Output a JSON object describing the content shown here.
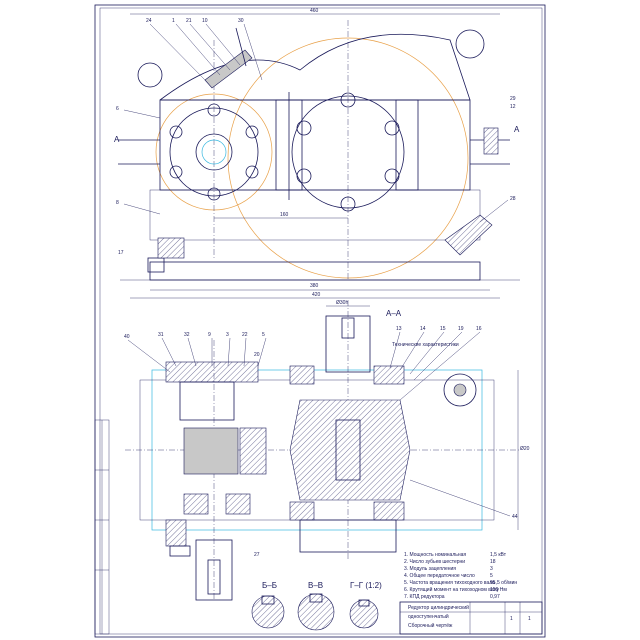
{
  "drawing": {
    "top_view": {
      "dim_top": "460",
      "dim_center": "160",
      "dim_bottom_inner": "380",
      "dim_bottom_outer": "420",
      "section_marker_left": "A",
      "section_marker_right": "A",
      "callouts": [
        "24",
        "1",
        "21",
        "10",
        "30",
        "6",
        "8",
        "17",
        "29",
        "12",
        "28"
      ]
    },
    "bottom_view": {
      "section_title": "A–A",
      "dim_top": "Ø30h",
      "dim_right": "Ø20",
      "callouts": [
        "40",
        "31",
        "32",
        "9",
        "3",
        "22",
        "5",
        "13",
        "14",
        "15",
        "19",
        "16",
        "20",
        "44",
        "27"
      ],
      "tech_requirements_title": "Технические характеристики",
      "tech_requirements": [
        "1. Мощность номинальная",
        "2. Число зубьев шестерни",
        "3. Модуль зацепления",
        "4. Общее передаточное число",
        "5. Частота вращения тихоходного вала",
        "6. Крутящий момент на тихоходном валу",
        "7. КПД редуктора"
      ],
      "tech_values": [
        "1,5 кВт",
        "18",
        "3",
        "5",
        "95,5 об/мин",
        "150 Нм",
        "0,97"
      ]
    },
    "sections": {
      "b_b": "Б–Б",
      "v_v": "В–В",
      "g_g": "Г–Г (1:2)"
    },
    "title_block": {
      "title_line1": "Редуктор цилиндрический",
      "title_line2": "одноступенчатый",
      "title_line3": "Сборочный чертёж",
      "sheet": "1",
      "sheets": "1"
    }
  }
}
